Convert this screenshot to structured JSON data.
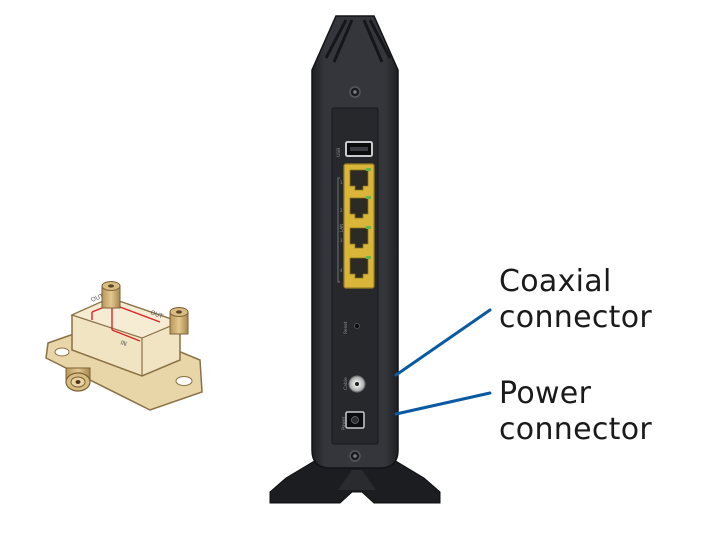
{
  "callouts": {
    "coaxial": {
      "line1": "Coaxial",
      "line2": "connector"
    },
    "power": {
      "line1": "Power",
      "line2": "connector"
    }
  },
  "splitter": {
    "out_label_left": "OUT",
    "out_label_right": "OUT",
    "in_label": "IN"
  },
  "modem_labels": {
    "usb": "USB",
    "ports": [
      "1",
      "2",
      "3",
      "4"
    ],
    "lan": "LAN",
    "reset": "Reset",
    "cable": "Cable",
    "power": "Power"
  },
  "colors": {
    "callout_line": "#0a5aa3",
    "modem_body": "#2b2d31",
    "ethernet_port": "#d9b53a",
    "splitter_body": "#efe1bd",
    "splitter_brass": "#c8a86a",
    "splitter_diagram": "#d9262a"
  }
}
